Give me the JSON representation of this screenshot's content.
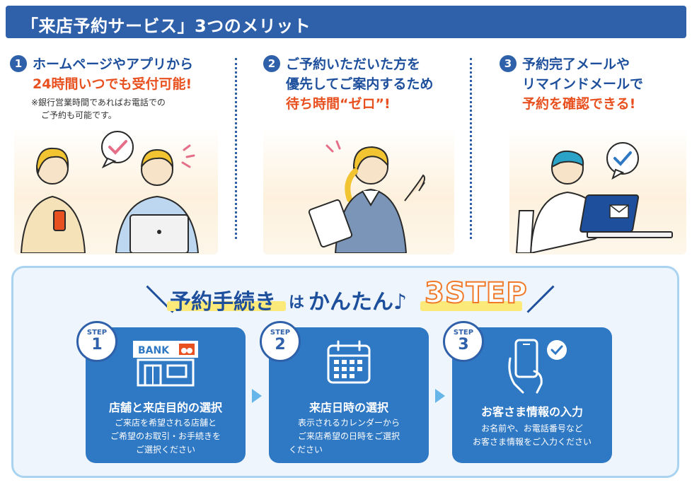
{
  "header": {
    "title": "「来店予約サービス」3つのメリット"
  },
  "merits": [
    {
      "number": "1",
      "lines": [
        "ホームページやアプリから",
        "24時間いつでも受付可能!"
      ],
      "note_lines": [
        "※銀行営業時間であればお電話での",
        "ご予約も可能です。"
      ]
    },
    {
      "number": "2",
      "lines": [
        "ご予約いただいた方を",
        "優先してご案内するため",
        "待ち時間“ゼロ”!"
      ]
    },
    {
      "number": "3",
      "lines": [
        "予約完了メールや",
        "リマインドメールで",
        "予約を確認できる!"
      ]
    }
  ],
  "steps_section": {
    "title_main": "予約手続き",
    "title_particle": "は",
    "title_rest": "かんたん♪",
    "title_count": "3STEP"
  },
  "steps": [
    {
      "badge_label": "STEP",
      "badge_number": "1",
      "icon_text": "BANK",
      "title": "店舗と来店目的の選択",
      "desc_lines": [
        "ご来店を希望される店舗と",
        "ご希望のお取引・お手続きを",
        "ご選択ください"
      ]
    },
    {
      "badge_label": "STEP",
      "badge_number": "2",
      "title": "来店日時の選択",
      "desc_lines": [
        "表示されるカレンダーから",
        "ご来店希望の日時をご選択",
        "ください"
      ]
    },
    {
      "badge_label": "STEP",
      "badge_number": "3",
      "title": "お客さま情報の入力",
      "desc_lines": [
        "お名前や、お電話番号など",
        "お客さま情報をご入力ください"
      ]
    }
  ],
  "colors": {
    "brand_blue": "#2f60aa",
    "accent_red": "#e8501f",
    "card_blue": "#2f78c4",
    "highlight_yellow": "#fbe97a"
  }
}
